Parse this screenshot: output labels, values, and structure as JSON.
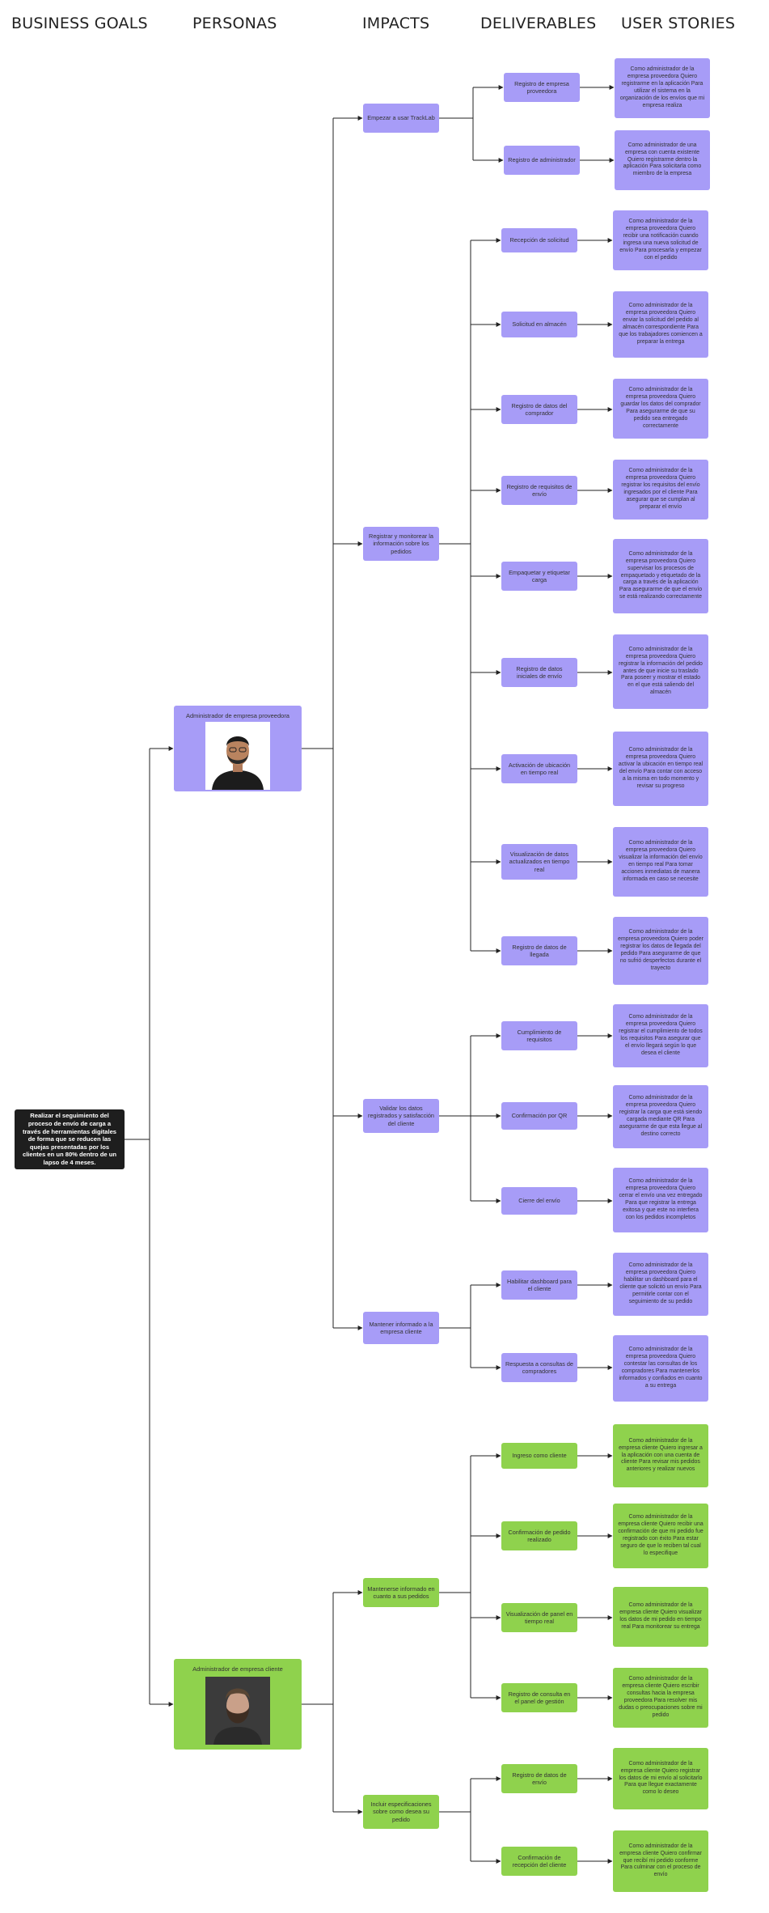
{
  "headers": {
    "goals": "BUSINESS GOALS",
    "personas": "PERSONAS",
    "impacts": "IMPACTS",
    "deliverables": "DELIVERABLES",
    "stories": "USER STORIES"
  },
  "goal": "Realizar el seguimiento del proceso de envío de carga a través de herramientas digitales de forma que se reducen las quejas presentadas por los clientes en un 80% dentro de un lapso de 4 meses.",
  "personas": [
    {
      "label": "Administrador de empresa proveedora",
      "color": "#a79cf7"
    },
    {
      "label": "Administrador de empresa cliente",
      "color": "#8fd24d"
    }
  ],
  "impacts": [
    "Empezar a usar TrackLab",
    "Registrar y monitorear la información sobre los pedidos",
    "Validar los datos registrados y satisfacción del cliente",
    "Mantener informado a la empresa cliente",
    "Mantenerse informado en cuanto a sus pedidos",
    "Incluir especificaciones sobre como desea su pedido"
  ],
  "deliverables": [
    "Registro de empresa proveedora",
    "Registro de administrador",
    "Recepción de solicitud",
    "Solicitud en almacén",
    "Registro de datos del comprador",
    "Registro de requisitos de envío",
    "Empaquetar y etiquetar carga",
    "Registro de datos iniciales de envío",
    "Activación de ubicación en tiempo real",
    "Visualización de datos actualizados en tiempo real",
    "Registro de datos de llegada",
    "Cumplimiento de requisitos",
    "Confirmación por QR",
    "Cierre del envío",
    "Habilitar dashboard para el cliente",
    "Respuesta a consultas de compradores",
    "Ingreso como cliente",
    "Confirmación de pedido realizado",
    "Visualización de panel en tiempo real",
    "Registro de consulta en el panel de gestión",
    "Registro de datos de envío",
    "Confirmación de recepción del cliente"
  ],
  "stories": [
    "Como administrador de la empresa proveedora Quiero registrarme en la aplicación Para utilizar el sistema en la organización de los envíos que mi empresa realiza",
    "Como administrador de una empresa con cuenta existente Quiero registrarme dentro la aplicación Para solicitarla como miembro de la empresa",
    "Como administrador de la empresa proveedora Quiero recibir una notificación cuando ingresa una nueva solicitud de envío Para procesarla y empezar con el pedido",
    "Como administrador de la empresa proveedora Quiero enviar la solicitud del pedido al almacén correspondiente Para que los trabajadores comiencen a preparar la entrega",
    "Como administrador de la empresa proveedora Quiero guardar los datos del comprador Para asegurarme de que su pedido sea entregado correctamente",
    "Como administrador de la empresa proveedora Quiero registrar los requisitos del envío ingresados por el cliente Para asegurar que se cumplan al preparar el envío",
    "Como administrador de la empresa proveedora Quiero supervisar los procesos de empaquetado y etiquetado de la carga a través de la aplicación Para asegurarme de que el envío se está realizando correctamente",
    "Como administrador de la empresa proveedora Quiero registrar la información del pedido antes de que inicie su traslado Para poseer y mostrar el estado en el que está saliendo del almacén",
    "Como administrador de la empresa proveedora Quiero activar la ubicación en tiempo real del envío Para contar con acceso a la misma en todo momento y revisar su progreso",
    "Como administrador de la empresa proveedora Quiero visualizar la información del envío en tiempo real Para tomar acciones inmediatas de manera informada en caso se necesite",
    "Como administrador de la empresa proveedora Quiero poder registrar los datos de llegada del pedido Para asegurarme de que no sufrió desperfectos durante el trayecto",
    "Como administrador de la empresa proveedora Quiero registrar el cumplimiento de todos los requisitos Para asegurar que el envío llegará según lo que desea el cliente",
    "Como administrador de la empresa proveedora Quiero registrar la carga que está siendo cargada mediante QR Para asegurarme de que esta llegue al destino correcto",
    "Como administrador de la empresa proveedora Quiero cerrar el envío una vez entregado Para que registrar la entrega exitosa y que este no interfiera con los pedidos incompletos",
    "Como administrador de la empresa proveedora Quiero habilitar un dashboard para el cliente que solicitó un envío Para permitirle contar con el seguimiento de su pedido",
    "Como administrador de la empresa proveedora Quiero contestar las consultas de los compradores Para mantenerlos informados y confiados en cuanto a su entrega",
    "Como administrador de la empresa cliente Quiero ingresar a la aplicación con una cuenta de cliente Para revisar mis pedidos anteriores y realizar nuevos",
    "Como administrador de la empresa cliente Quiero recibir una confirmación de que mi pedido fue registrado con éxito Para estar seguro de que lo reciben tal cual lo especifique",
    "Como administrador de la empresa cliente Quiero visualizar los datos de mi pedido en tiempo real Para monitorear su entrega",
    "Como administrador de la empresa cliente Quiero escribir consultas hacia la empresa proveedora Para resolver mis dudas o preocupaciones sobre mi pedido",
    "Como administrador de la empresa cliente Quiero registrar los datos de mi envío al solicitarlo Para que llegue exactamente como lo deseo",
    "Como administrador de la empresa cliente Quiero confirmar que recibí mi pedido conforme Para culminar con el proceso de envío"
  ]
}
